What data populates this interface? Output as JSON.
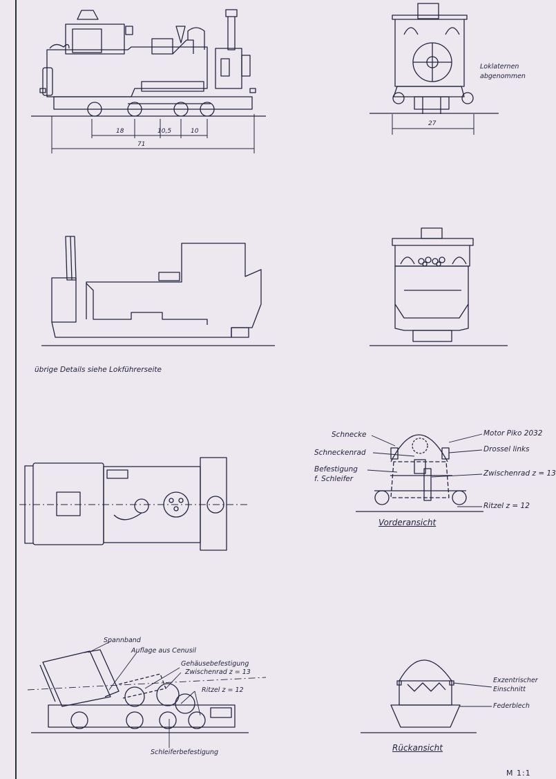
{
  "colors": {
    "paper": "#ede7ef",
    "ink": "#23233a",
    "margin_line": "#2b2b33"
  },
  "dimensions": {
    "d18": "18",
    "d10_5": "10,5",
    "d10": "10",
    "d71": "71",
    "d27": "27"
  },
  "labels": {
    "loklaternen": "Loklaternen",
    "abgenommen": "abgenommen",
    "uebrige_details": "übrige  Details  siehe  Lokführerseite",
    "schnecke": "Schnecke",
    "schneckenrad": "Schneckenrad",
    "befestigung": "Befestigung",
    "f_schleifer": "f. Schleifer",
    "motor": "Motor Piko 2032",
    "drossel": "Drossel links",
    "zwischenrad_front": "Zwischenrad z = 13",
    "ritzel_front": "Ritzel  z = 12",
    "vorderansicht": "Vorderansicht",
    "spannband": "Spannband",
    "auflage": "Auflage aus Cenusil",
    "gehaeuse": "Gehäusebefestigung",
    "zwischenrad_side": "Zwischenrad z = 13",
    "ritzel_side": "Ritzel z = 12",
    "schleifer": "Schleiferbefestigung",
    "exzentrischer": "Exzentrischer",
    "einschnitt": "Einschnitt",
    "federblech": "Federblech",
    "rueckansicht": "Rückansicht",
    "scale": "M 1:1"
  }
}
